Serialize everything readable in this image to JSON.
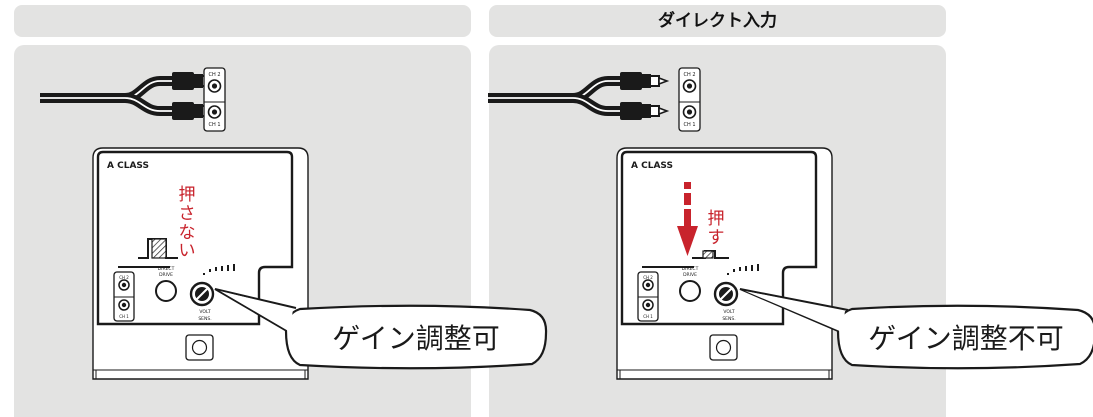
{
  "left": {
    "header": "",
    "connector_labels": [
      "CH 2",
      "CH 1"
    ],
    "brand_label": "A CLASS",
    "button_label": [
      "DIRECT",
      "DRIVE"
    ],
    "knob_label": [
      "VOLT",
      "SENS."
    ],
    "inner_jack_labels": [
      "CH 2",
      "CH 1"
    ],
    "note": [
      "押",
      "さ",
      "な",
      "い"
    ],
    "callout": "ゲイン調整可"
  },
  "right": {
    "header": "ダイレクト入力",
    "connector_labels": [
      "CH 2",
      "CH 1"
    ],
    "brand_label": "A CLASS",
    "button_label": [
      "DIRECT",
      "DRIVE"
    ],
    "knob_label": [
      "VOLT",
      "SENS."
    ],
    "inner_jack_labels": [
      "CH 2",
      "CH 1"
    ],
    "note": [
      "押",
      "す"
    ],
    "callout": "ゲイン調整不可"
  },
  "colors": {
    "panel": "#e3e3e2",
    "accent_red": "#c8232c",
    "line": "#1a1a1a"
  }
}
